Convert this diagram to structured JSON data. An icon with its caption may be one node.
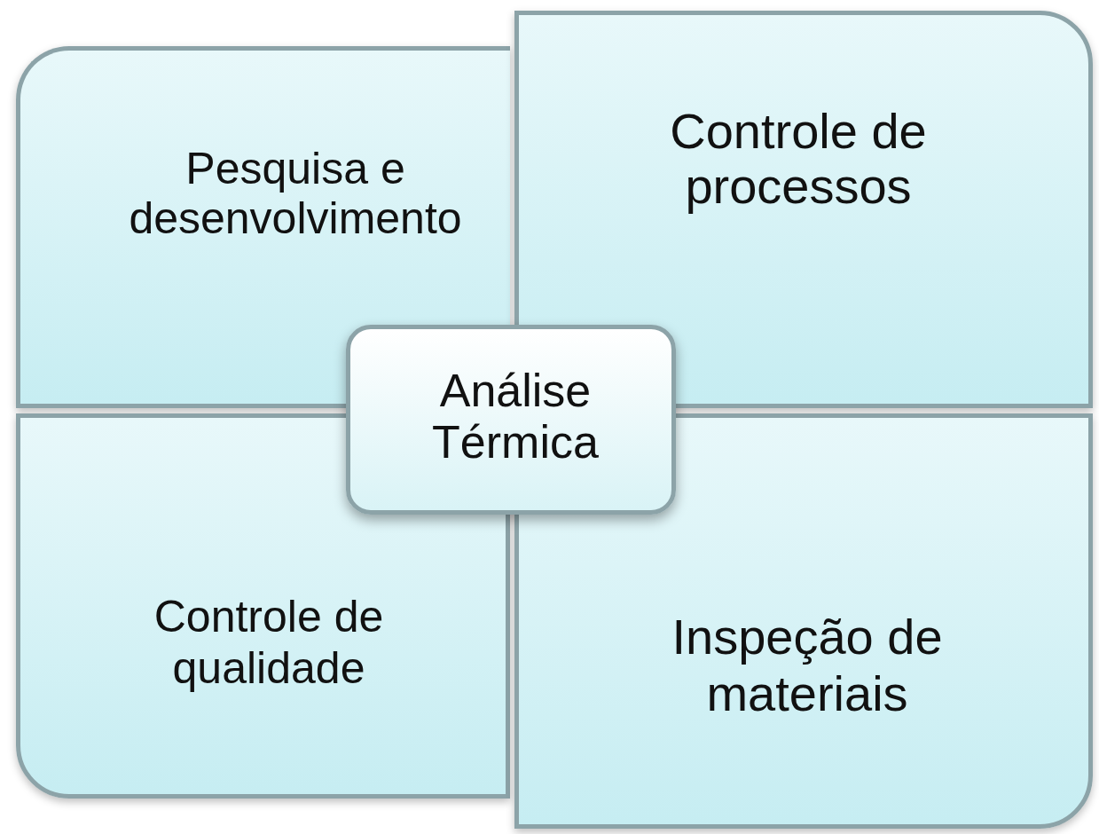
{
  "diagram": {
    "nodes": [
      {
        "text": [
          "Pesquisa e desenvolvimento"
        ]
      },
      {
        "text": [
          "Controle de processos"
        ]
      },
      {
        "text": [
          "Análise Térmica"
        ]
      },
      {
        "text": [
          "Controle de qualidade"
        ]
      },
      {
        "text": [
          "Inspeção de materiais"
        ]
      }
    ]
  }
}
